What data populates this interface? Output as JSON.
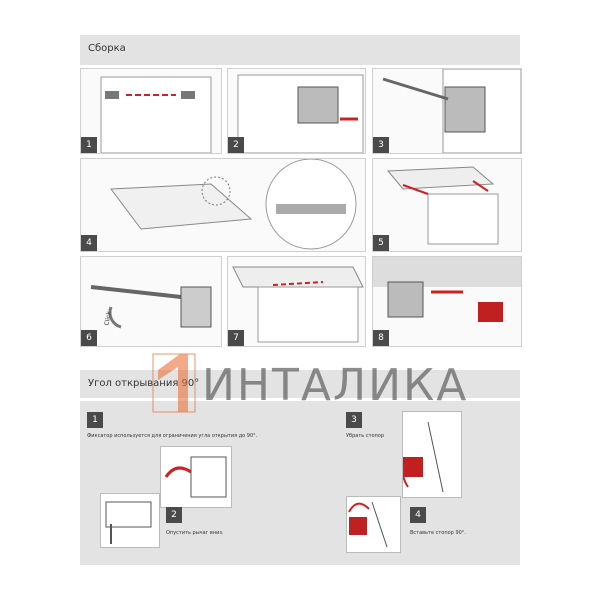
{
  "assembly": {
    "title": "Сборка",
    "panels": [
      {
        "number": "1"
      },
      {
        "number": "2"
      },
      {
        "number": "3"
      },
      {
        "number": "4"
      },
      {
        "number": "5"
      },
      {
        "number": "6",
        "label": "Click"
      },
      {
        "number": "7"
      },
      {
        "number": "8"
      }
    ]
  },
  "opening_angle": {
    "title": "Угол открывания 90°",
    "steps": [
      {
        "number": "1",
        "text": "Фиксатор используется для ограничения угла открытия до 90°."
      },
      {
        "number": "2",
        "text": "Опустить рычаг вниз."
      },
      {
        "number": "3",
        "text": "Убрать стопор"
      },
      {
        "number": "4",
        "text": "Вставьте стопор 90°."
      }
    ]
  },
  "watermark": {
    "logo_digit": "1",
    "logo_text": "ИНТАЛИКА"
  },
  "colors": {
    "band": "#e3e3e3",
    "badge": "#4a4a4a",
    "arrow": "#d02020",
    "logo_orange": "#e8703a"
  }
}
